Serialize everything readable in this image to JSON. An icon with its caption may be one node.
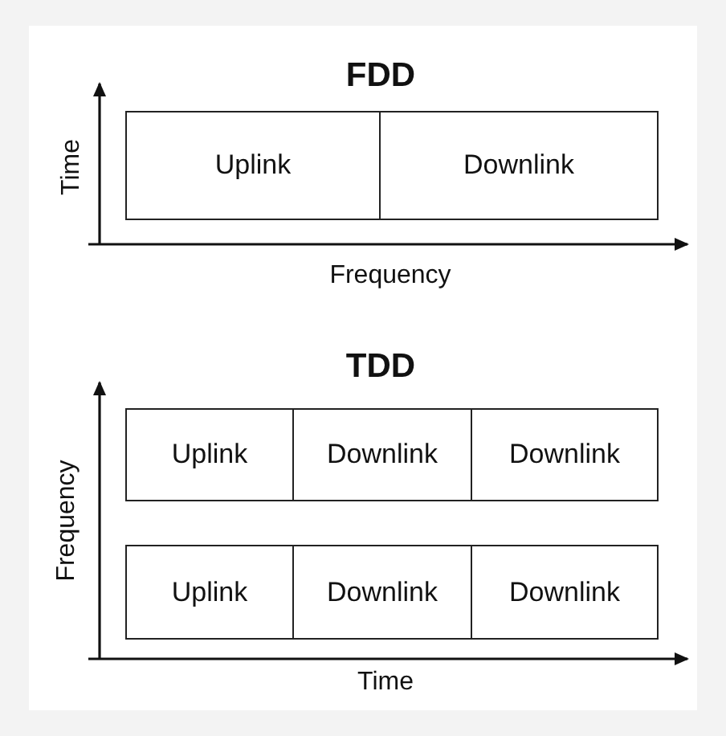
{
  "diagram": {
    "nodes": [
      {
        "text": [
          "Uplink"
        ]
      },
      {
        "text": [
          "Downlink"
        ]
      },
      {
        "text": [
          "Uplink"
        ]
      },
      {
        "text": [
          "Downlink"
        ]
      },
      {
        "text": [
          "Downlink"
        ]
      },
      {
        "text": [
          "Uplink"
        ]
      },
      {
        "text": [
          "Downlink"
        ]
      },
      {
        "text": [
          "Downlink"
        ]
      }
    ],
    "labels": [
      "FDD",
      "Time",
      "Frequency",
      "TDD",
      "Frequency",
      "Time"
    ]
  }
}
